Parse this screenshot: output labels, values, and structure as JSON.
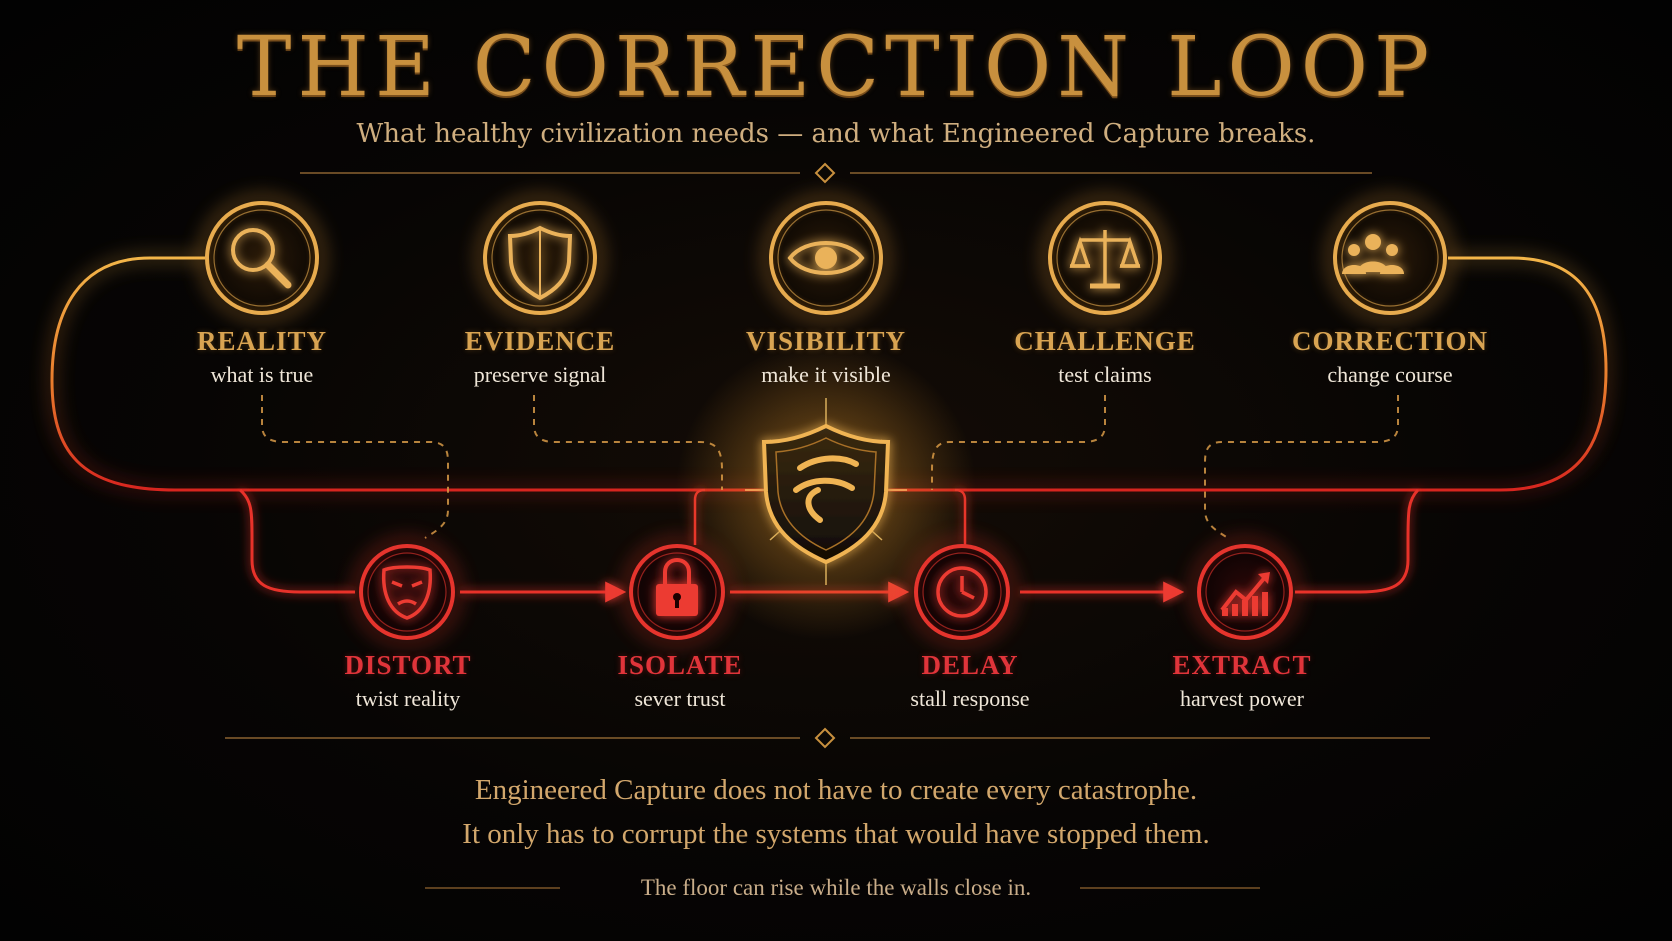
{
  "title": "THE CORRECTION LOOP",
  "subtitle": "What healthy civilization needs — and what Engineered Capture breaks.",
  "healthy_nodes": [
    {
      "label": "REALITY",
      "sub": "what is true",
      "icon": "magnifier-icon"
    },
    {
      "label": "EVIDENCE",
      "sub": "preserve signal",
      "icon": "shield-icon"
    },
    {
      "label": "VISIBILITY",
      "sub": "make it visible",
      "icon": "eye-icon"
    },
    {
      "label": "CHALLENGE",
      "sub": "test claims",
      "icon": "scales-icon"
    },
    {
      "label": "CORRECTION",
      "sub": "change course",
      "icon": "people-icon"
    }
  ],
  "capture_nodes": [
    {
      "label": "DISTORT",
      "sub": "twist reality",
      "icon": "mask-icon"
    },
    {
      "label": "ISOLATE",
      "sub": "sever trust",
      "icon": "padlock-icon"
    },
    {
      "label": "DELAY",
      "sub": "stall response",
      "icon": "clock-icon"
    },
    {
      "label": "EXTRACT",
      "sub": "harvest power",
      "icon": "rising-chart-icon"
    }
  ],
  "center_emblem": "crest-shield-icon",
  "footer": {
    "line1": "Engineered Capture does not have to create every catastrophe.",
    "line2": "It only has to corrupt the systems that would have stopped them.",
    "tagline": "The floor can rise while the walls close in."
  },
  "colors": {
    "gold": "#d9a452",
    "red": "#e0343a",
    "background": "#050403"
  }
}
